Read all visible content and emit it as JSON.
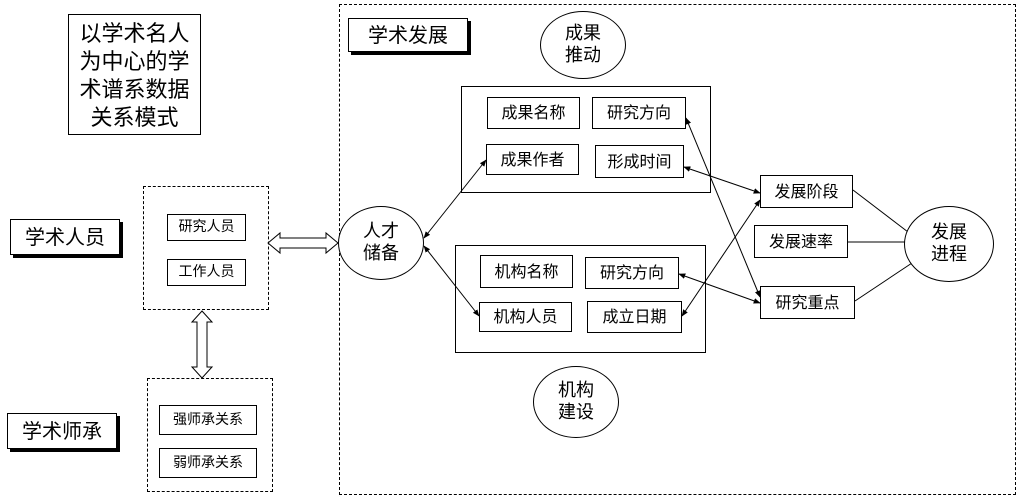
{
  "title": "以学术名人\n为中心的学\n术谱系数据\n关系模式",
  "left": {
    "academic_staff_label": "学术人员",
    "academic_lineage_label": "学术师承",
    "staff_items": [
      "研究人员",
      "工作人员"
    ],
    "lineage_items": [
      "强师承关系",
      "弱师承关系"
    ]
  },
  "development": {
    "section_label": "学术发展",
    "talent_reserve": "人才\n储备",
    "achievement_promotion": "成果\n推动",
    "institution_building": "机构\n建设",
    "development_process": "发展\n进程",
    "achievement_fields": [
      "成果名称",
      "研究方向",
      "成果作者",
      "形成时间"
    ],
    "institution_fields": [
      "机构名称",
      "研究方向",
      "机构人员",
      "成立日期"
    ],
    "process_fields": [
      "发展阶段",
      "发展速率",
      "研究重点"
    ]
  }
}
